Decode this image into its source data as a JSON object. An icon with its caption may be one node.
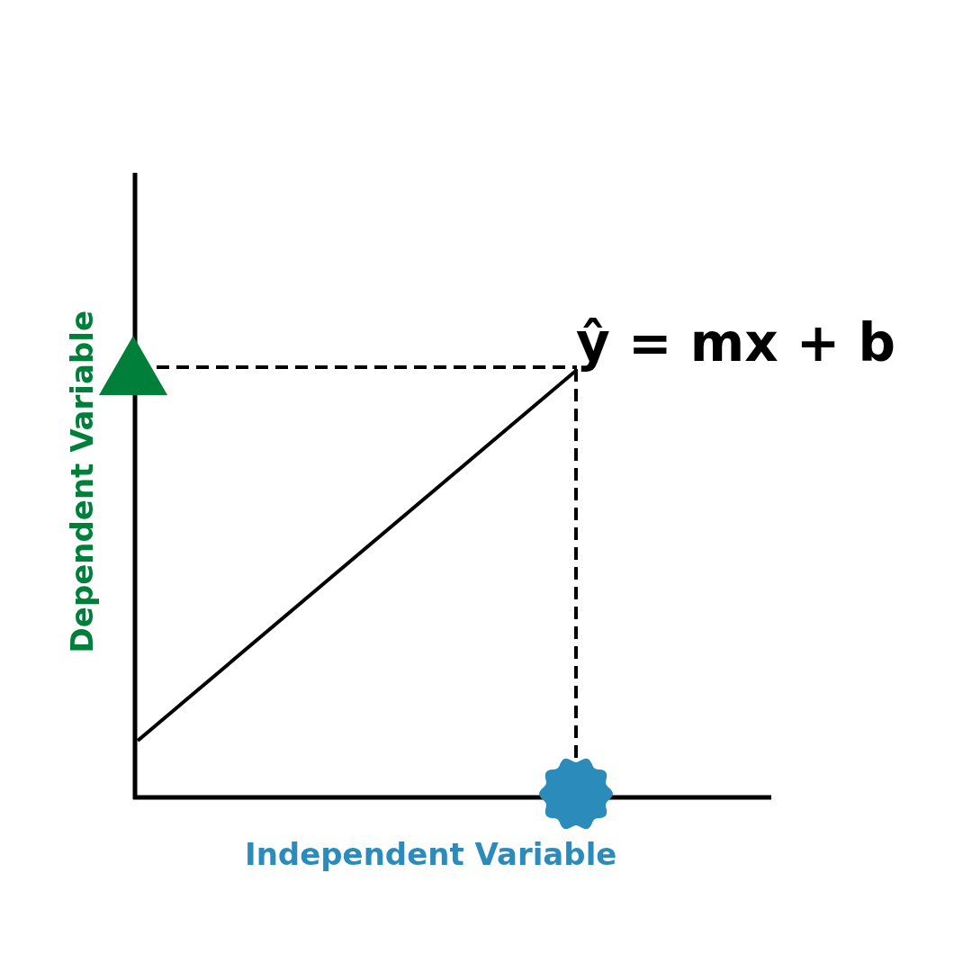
{
  "diagram": {
    "labels": [
      "ŷ = mx + b",
      "Dependent Variable",
      "Independent Variable"
    ]
  }
}
